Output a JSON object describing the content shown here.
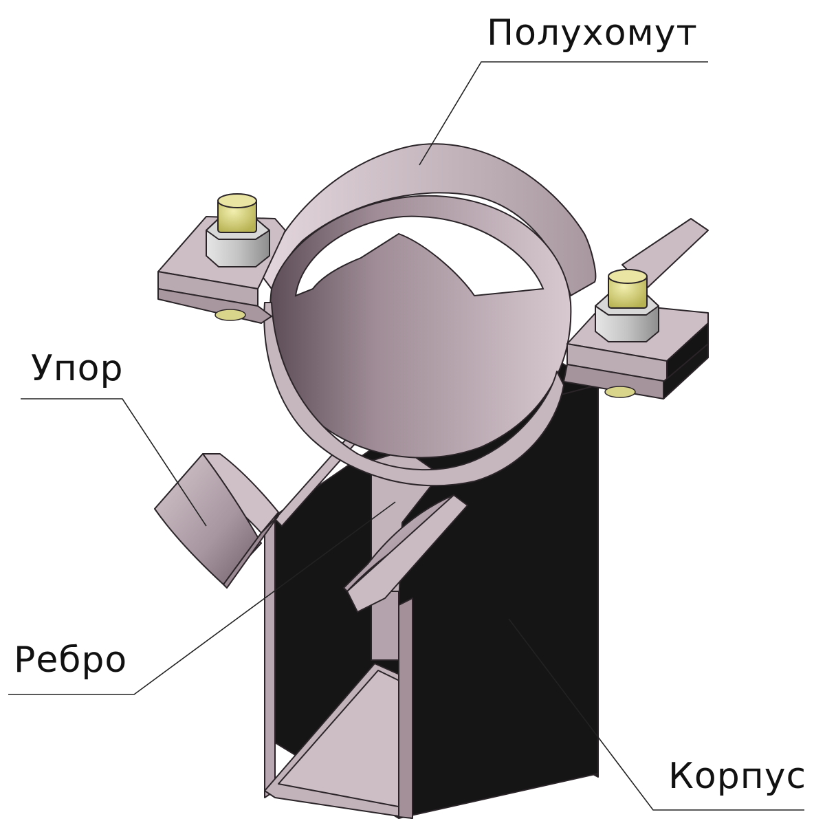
{
  "callouts": {
    "poluhomut": "Полухомут",
    "upor": "Упор",
    "rebro": "Ребро",
    "korpus": "Корпус"
  },
  "colors": {
    "steel_light": "#cbbcc4",
    "steel_mid": "#b8a8b1",
    "steel_dark": "#8d7c86",
    "body_dark": "#141414",
    "nut": "#c9c9c9",
    "bolt": "#d9d58a"
  }
}
